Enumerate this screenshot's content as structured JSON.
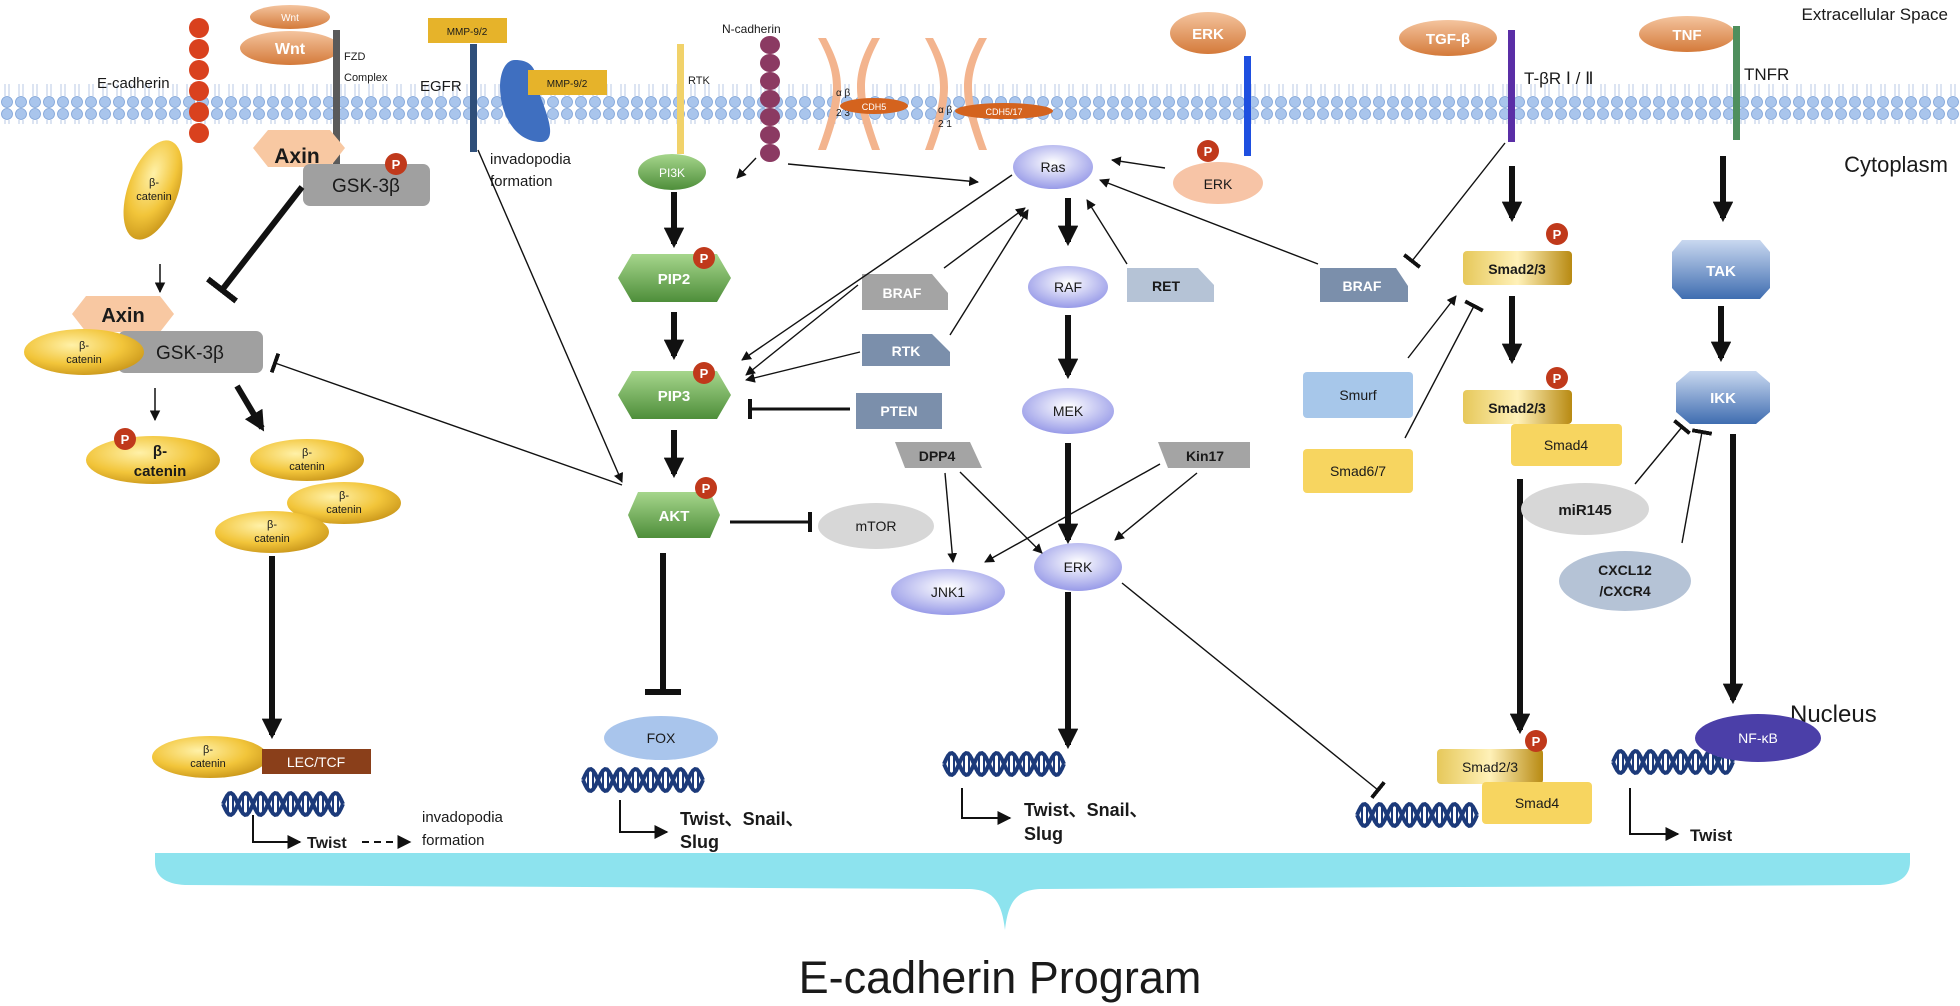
{
  "regions": {
    "extracellular": "Extracellular Space",
    "cytoplasm": "Cytoplasm",
    "nucleus": "Nucleus"
  },
  "program_title": "E-cadherin Program",
  "membrane_labels": {
    "e_cadherin": "E-cadherin",
    "wnt_small": "Wnt",
    "wnt": "Wnt",
    "fzd": "FZD",
    "complex": "Complex",
    "egfr": "EGFR",
    "mmp_1": "MMP-9/2",
    "mmp_2": "MMP-9/2",
    "invadopodia": "invadopodia",
    "formation": "formation",
    "rtk_top": "RTK",
    "n_cadherin": "N-cadherin",
    "cdh_left": "CDH5",
    "cdh_right": "CDH5/17",
    "ab_left_1": "α β",
    "ab_left_2": "2 3",
    "ab_right_1": "α β",
    "ab_right_2": "2 1",
    "erk_ext": "ERK",
    "tgfb": "TGF-β",
    "tbr": "T-βR Ⅰ / Ⅱ",
    "tnf": "TNF",
    "tnfr": "TNFR"
  },
  "wnt_pathway": {
    "axin_top": "Axin",
    "gsk_top": "GSK-3β",
    "axin_mid": "Axin",
    "gsk_mid": "GSK-3β",
    "beta": "β-",
    "catenin": "catenin",
    "lec_tcf": "LEC/TCF",
    "twist": "Twist",
    "invadopodia": "invadopodia",
    "formation": "formation"
  },
  "pi3k_pathway": {
    "pi3k": "PI3K",
    "pip2": "PIP2",
    "pip3": "PIP3",
    "akt": "AKT",
    "mtor": "mTOR",
    "fox": "FOX",
    "out_1": "Twist、Snail、",
    "out_2": "Slug"
  },
  "mapk_pathway": {
    "ras": "Ras",
    "raf": "RAF",
    "mek": "MEK",
    "erk": "ERK",
    "jnk1": "JNK1",
    "braf_left": "BRAF",
    "rtk_mid": "RTK",
    "pten": "PTEN",
    "ret": "RET",
    "dpp4": "DPP4",
    "kin17": "Kin17",
    "erk_p": "ERK",
    "braf_right": "BRAF",
    "out_1": "Twist、Snail、",
    "out_2": "Slug"
  },
  "tgfb_pathway": {
    "smad23_top": "Smad2/3",
    "smad23_mid": "Smad2/3",
    "smad4_mid": "Smad4",
    "smurf": "Smurf",
    "smad67": "Smad6/7",
    "smad23_nuc": "Smad2/3",
    "smad4_nuc": "Smad4"
  },
  "tnf_pathway": {
    "tak": "TAK",
    "ikk": "IKK",
    "mir145": "miR145",
    "cxcl12": "CXCL12",
    "cxcr4": "/CXCR4",
    "nfkb": "NF-κB",
    "twist": "Twist"
  },
  "phospho_mark": "P",
  "colors": {
    "membrane_bead": "#a9c5ec",
    "e_cadherin": "#d9411e",
    "n_cadherin": "#8b3a62",
    "green": "#6fae5a",
    "ras_purple": "#9d9fe8",
    "gold": "#c79a1a",
    "yellow": "#f7d560",
    "blue_box": "#4a78b8",
    "gray_box": "#a4a4a4",
    "slate_box": "#7b8fab",
    "brown_bar": "#8a3f1a",
    "dna": "#1c3a7a",
    "cyan_band": "#8de3ee",
    "phospho_red": "#c0391b",
    "nfkb": "#4b3fa8"
  }
}
